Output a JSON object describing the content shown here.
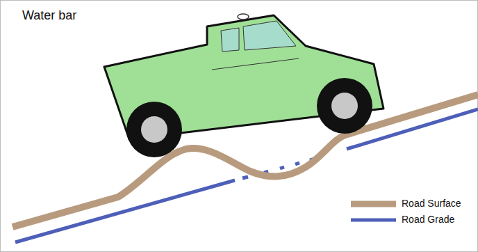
{
  "diagram": {
    "labels": [
      "Water bar"
    ],
    "legend": [
      {
        "text": "Road Surface"
      },
      {
        "text": "Road Grade"
      }
    ]
  }
}
